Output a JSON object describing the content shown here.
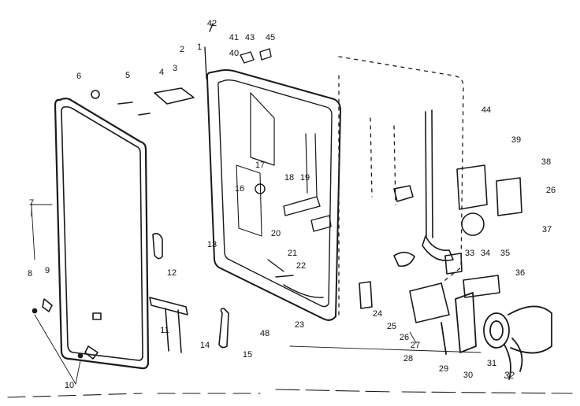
{
  "diagram": {
    "callouts": [
      "42",
      "41",
      "43",
      "45",
      "1",
      "40",
      "2",
      "3",
      "4",
      "5",
      "6",
      "44",
      "39",
      "38",
      "26",
      "37",
      "7",
      "16",
      "17",
      "18",
      "19",
      "13",
      "20",
      "21",
      "22",
      "33",
      "34",
      "35",
      "36",
      "12",
      "8",
      "9",
      "10",
      "11",
      "14",
      "15",
      "23",
      "48",
      "24",
      "25",
      "26",
      "27",
      "28",
      "29",
      "30",
      "31",
      "32"
    ]
  },
  "colors": {
    "ink": "#1a1a1a",
    "background": "#ffffff"
  }
}
